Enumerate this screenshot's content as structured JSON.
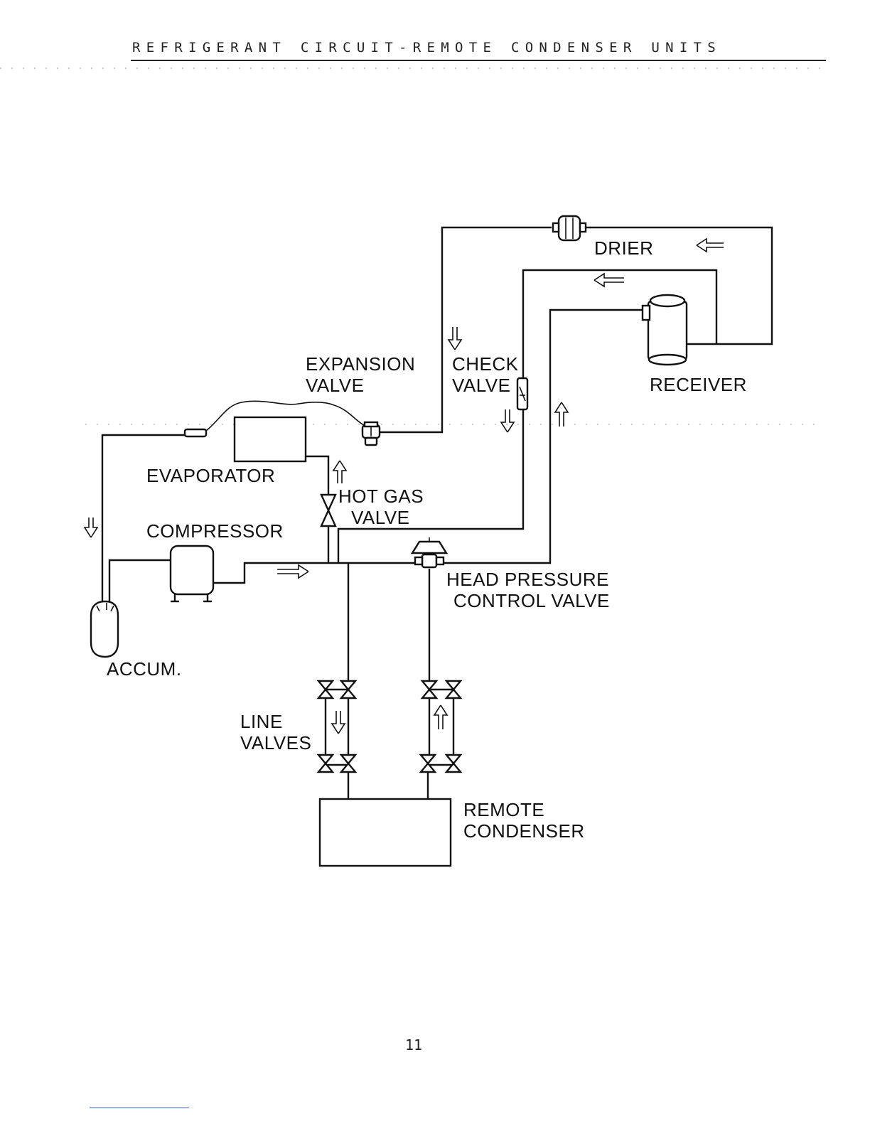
{
  "header": {
    "title": "REFRIGERANT CIRCUIT-REMOTE CONDENSER UNITS"
  },
  "labels": {
    "drier": "DRIER",
    "receiver": "RECEIVER",
    "expansion_valve": [
      "EXPANSION",
      "VALVE"
    ],
    "check_valve": [
      "CHECK",
      "VALVE"
    ],
    "evaporator": "EVAPORATOR",
    "hot_gas_valve": [
      "HOT GAS",
      "VALVE"
    ],
    "compressor": "COMPRESSOR",
    "head_pressure_control_valve": [
      "HEAD PRESSURE",
      "CONTROL VALVE"
    ],
    "accumulator": "ACCUM.",
    "line_valves": [
      "LINE",
      "VALVES"
    ],
    "remote_condenser": [
      "REMOTE",
      "CONDENSER"
    ]
  },
  "footer": {
    "page_number": "11"
  }
}
